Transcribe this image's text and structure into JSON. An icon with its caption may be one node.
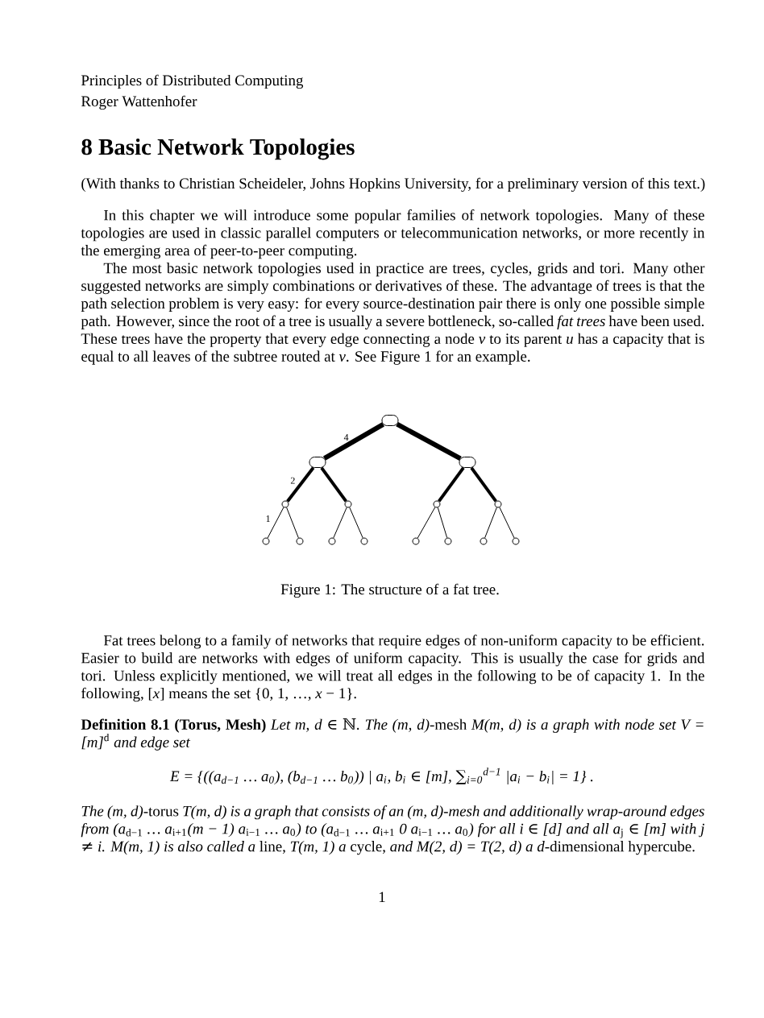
{
  "diagram": {
    "title": "8 Basic Network Topologies",
    "caption": "Figure 1: The structure of a fat tree.",
    "nodes": [
      {
        "text": [],
        "shape": "box"
      },
      {
        "text": [],
        "shape": "box"
      },
      {
        "text": [],
        "shape": "box"
      },
      {
        "text": [],
        "shape": "circle"
      },
      {
        "text": [],
        "shape": "circle"
      },
      {
        "text": [],
        "shape": "circle"
      },
      {
        "text": [],
        "shape": "circle"
      },
      {
        "text": [],
        "shape": "circle"
      },
      {
        "text": [],
        "shape": "circle"
      },
      {
        "text": [],
        "shape": "circle"
      },
      {
        "text": [],
        "shape": "circle"
      },
      {
        "text": [],
        "shape": "circle"
      },
      {
        "text": [],
        "shape": "circle"
      },
      {
        "text": [],
        "shape": "circle"
      },
      {
        "text": [],
        "shape": "circle"
      }
    ],
    "edges": [
      {
        "from": 0,
        "to": 1,
        "arrow": "none",
        "style": "thick",
        "label": "4"
      },
      {
        "from": 0,
        "to": 2,
        "arrow": "none",
        "style": "thick"
      },
      {
        "from": 1,
        "to": 3,
        "arrow": "none",
        "style": "thick",
        "label": "2"
      },
      {
        "from": 1,
        "to": 4,
        "arrow": "none",
        "style": "thick"
      },
      {
        "from": 2,
        "to": 5,
        "arrow": "none",
        "style": "thick"
      },
      {
        "from": 2,
        "to": 6,
        "arrow": "none",
        "style": "thick"
      },
      {
        "from": 3,
        "to": 7,
        "arrow": "none",
        "label": "1"
      },
      {
        "from": 3,
        "to": 8,
        "arrow": "none"
      },
      {
        "from": 4,
        "to": 9,
        "arrow": "none"
      },
      {
        "from": 4,
        "to": 10,
        "arrow": "none"
      },
      {
        "from": 5,
        "to": 11,
        "arrow": "none"
      },
      {
        "from": 5,
        "to": 12,
        "arrow": "none"
      },
      {
        "from": 6,
        "to": 13,
        "arrow": "none"
      },
      {
        "from": 6,
        "to": 14,
        "arrow": "none"
      }
    ],
    "labels": [
      "Principles of Distributed Computing",
      "Roger Wattenhofer",
      "(With thanks to Christian Scheideler, Johns Hopkins University, for a preliminary version of this text.)",
      "In this chapter we will introduce some popular families of network topologies. Many of these topologies are used in classic parallel computers or telecommunication networks, or more recently in the emerging area of peer-to-peer computing.",
      "The most basic network topologies used in practice are trees, cycles, grids and tori. Many other suggested networks are simply combinations or derivatives of these. The advantage of trees is that the path selection problem is very easy: for every source-destination pair there is only one possible simple path. However, since the root of a tree is usually a severe bottleneck, so-called *fat trees* have been used. These trees have the property that every edge connecting a node *v* to its parent *u* has a capacity that is equal to all leaves of the subtree routed at *v*. See Figure 1 for an example.",
      "Fat trees belong to a family of networks that require edges of non-uniform capacity to be efficient. Easier to build are networks with edges of uniform capacity. This is usually the case for grids and tori. Unless explicitly mentioned, we will treat all edges in the following to be of capacity 1. In the following, [*x*] means the set {0, 1, …, *x* − 1}.",
      "**Definition 8.1 (Torus, Mesh)** *Let m, d ∈ ℕ. The (m, d)*-mesh *M(m, d) is a graph with node set V = [m]*$^{d}$ *and edge set*",
      "E = {((a$_{d−1}$ … a$_{0}$), (b$_{d−1}$ … b$_{0}$)) | a$_{i}$, b$_{i}$ ∈ [m], ∑$_{i=0}$$^{d−1}$ |a$_{i}$ − b$_{i}$| = 1} .",
      "*The (m, d)*-torus *T(m, d) is a graph that consists of an (m, d)-mesh and additionally wrap-around edges from (a*$_{d−1}$ *… a*$_{i+1}$*(m − 1) a*$_{i−1}$ *… a*$_{0}$*) to (a*$_{d−1}$ *… a*$_{i+1}$ *0 a*$_{i−1}$ *… a*$_{0}$*) for all i ∈ [d] and all a*$_{j}$ *∈ [m] with j ≠ i. M(m, 1) is also called a* line, *T(m, 1) a* cycle, *and M(2, d) = T(2, d) a d*-dimensional hypercube.",
      "1"
    ]
  }
}
